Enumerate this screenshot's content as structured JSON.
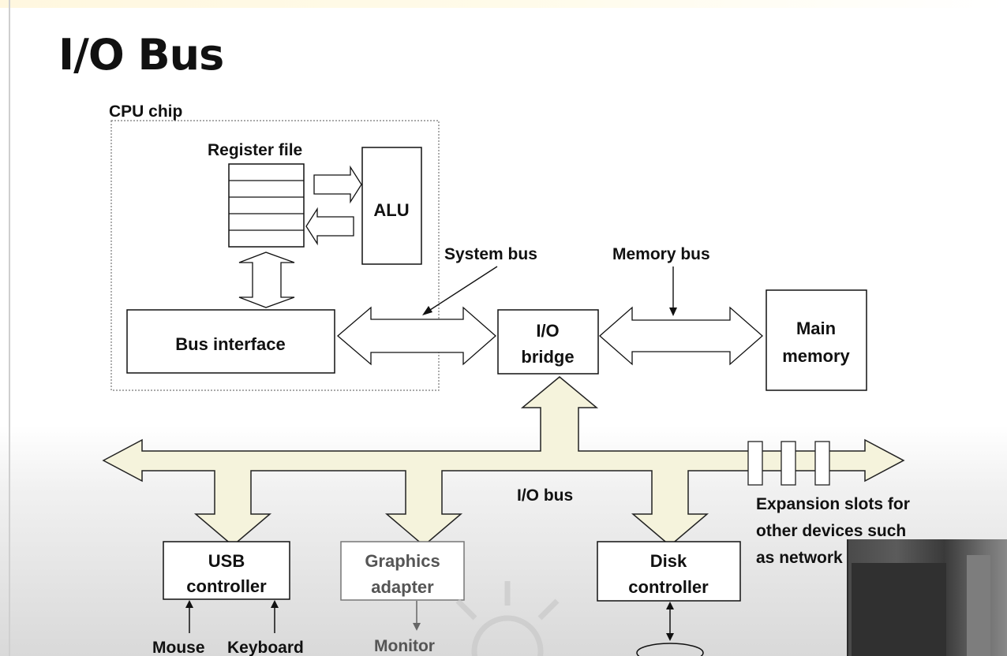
{
  "title": "I/O Bus",
  "labels": {
    "cpu_chip": "CPU chip",
    "register_file": "Register file",
    "alu": "ALU",
    "bus_interface": "Bus interface",
    "system_bus": "System bus",
    "memory_bus": "Memory bus",
    "io_bridge_1": "I/O",
    "io_bridge_2": "bridge",
    "main_memory_1": "Main",
    "main_memory_2": "memory",
    "io_bus": "I/O bus",
    "expansion_1": "Expansion slots for",
    "expansion_2": "other devices such",
    "expansion_3": "as network",
    "usb_1": "USB",
    "usb_2": "controller",
    "graphics_1": "Graphics",
    "graphics_2": "adapter",
    "disk_1": "Disk",
    "disk_2": "controller",
    "mouse": "Mouse",
    "keyboard": "Keyboard",
    "monitor": "Monitor"
  },
  "colors": {
    "bus_fill": "#f5f3dc",
    "bus_stroke": "#222222",
    "box_stroke": "#111111",
    "subtitle": "#22b6d0"
  }
}
